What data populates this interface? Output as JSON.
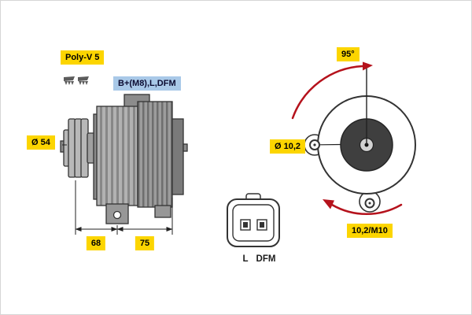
{
  "colors": {
    "label_yellow": "#fcd500",
    "label_blue": "#a9c9e8",
    "arrow_red": "#b5121c",
    "drawing_line": "#333333"
  },
  "left_view": {
    "belt_type_label": "Poly-V 5",
    "terminals_label": "B+(M8),L,DFM",
    "pulley_diameter_label": "Ø 54",
    "dim_pulley_to_mount": "68",
    "dim_mount_to_rear": "75"
  },
  "connector": {
    "pin_left_label": "L",
    "pin_right_label": "DFM"
  },
  "right_view": {
    "mount_angle_label": "95°",
    "mount_hole_diameter_label": "Ø 10,2",
    "mount_hole_spec_label": "10,2/M10"
  }
}
